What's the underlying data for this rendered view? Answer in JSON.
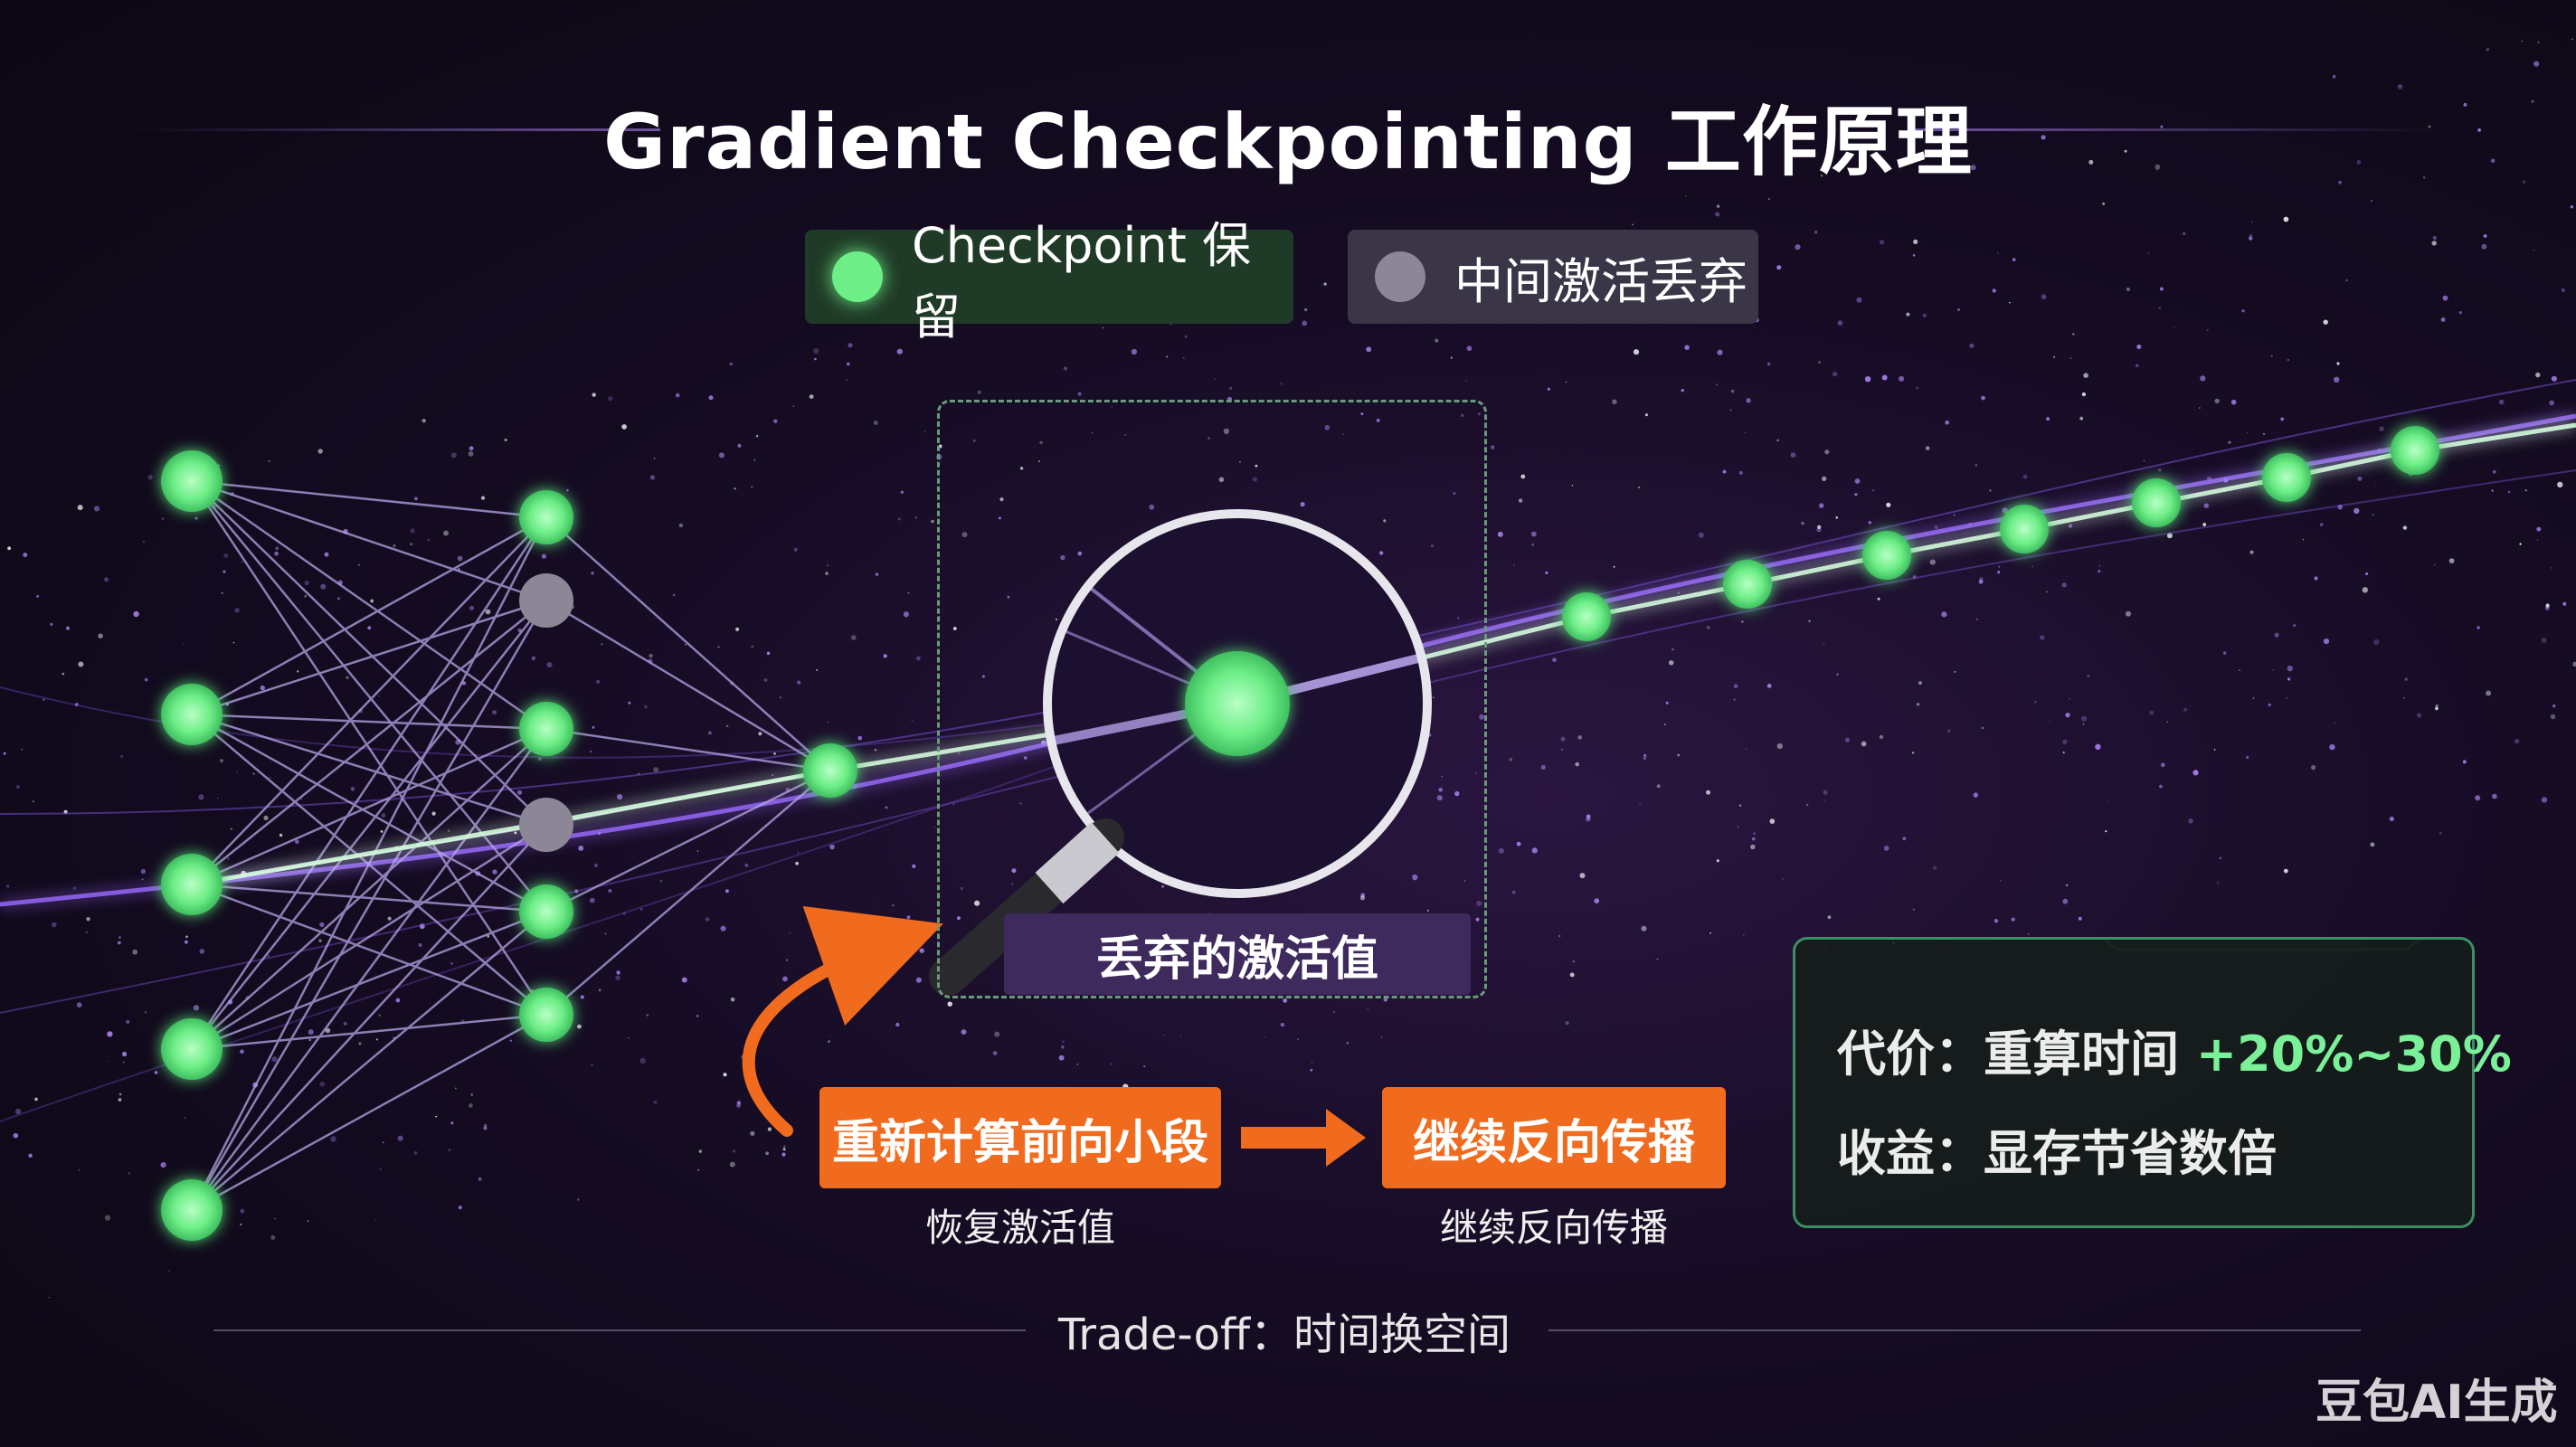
{
  "title": "Gradient Checkpointing 工作原理",
  "legend": {
    "checkpoint_label": "Checkpoint 保留",
    "discarded_label": "中间激活丢弃"
  },
  "zoom": {
    "caption": "丢弃的激活值"
  },
  "steps": {
    "recompute_label": "重新计算前向小段",
    "recompute_sub": "恢复激活值",
    "backprop_label": "继续反向传播",
    "backprop_sub": "继续反向传播"
  },
  "info": {
    "cost_prefix": "代价：重算时间 ",
    "cost_value": "+20%~30%",
    "gain": "收益：显存节省数倍"
  },
  "tradeoff": "Trade-off：时间换空间",
  "watermark": "豆包AI生成",
  "colors": {
    "checkpoint": "#6dee86",
    "discarded": "#8c8796",
    "accent_orange": "#f06b1e",
    "accent_purple": "#9a6bff"
  }
}
